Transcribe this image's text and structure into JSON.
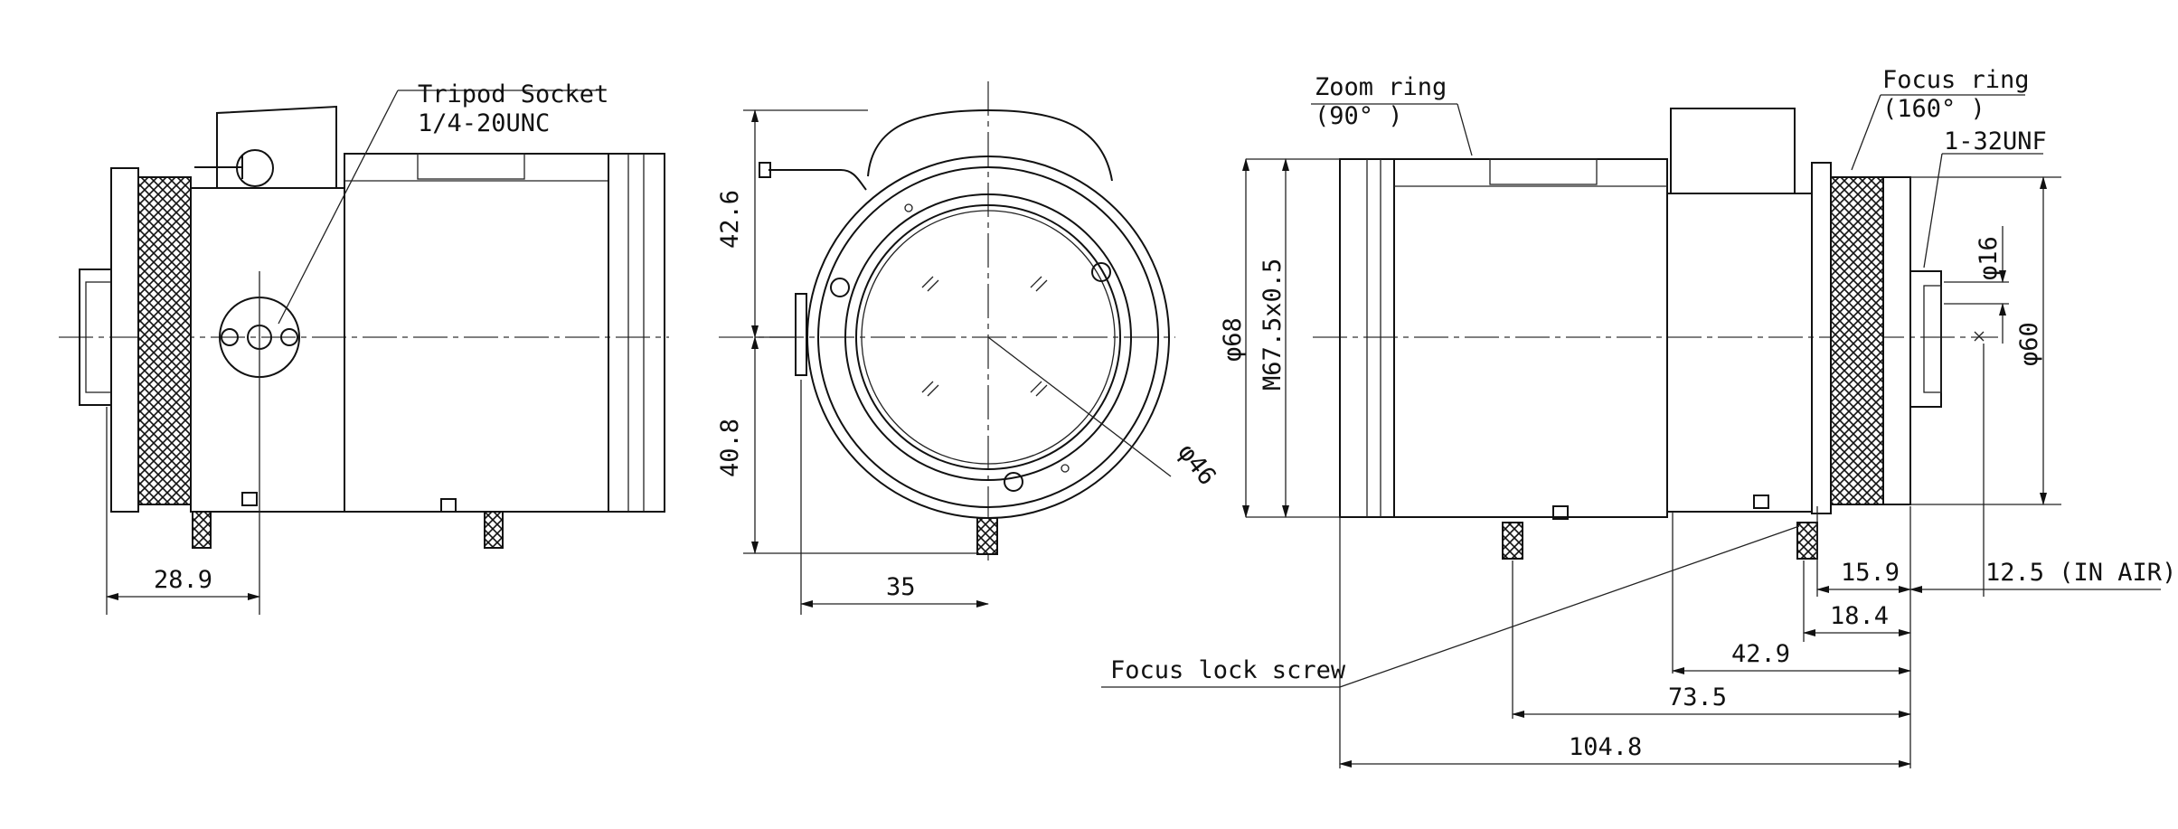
{
  "labels": {
    "tripod_socket": "Tripod Socket",
    "tripod_thread": "1/4-20UNC",
    "zoom_ring": "Zoom ring",
    "zoom_angle": "(90° )",
    "focus_ring": "Focus ring",
    "focus_angle": "(160° )",
    "mount_thread": "1-32UNF",
    "focus_lock_screw": "Focus lock screw"
  },
  "dimensions": {
    "side_width": "28.9",
    "front_upper": "42.6",
    "front_lower": "40.8",
    "front_offset": "35",
    "front_diameter": "φ46",
    "filter_diameter": "φ68",
    "filter_thread": "M67.5x0.5",
    "mount_diameter": "φ16",
    "rear_diameter": "φ60",
    "flange_back": "15.9",
    "back_focus": "12.5 (IN AIR)",
    "focus_ring_pos": "18.4",
    "zoom_section": "42.9",
    "lock_screw_pos": "73.5",
    "overall_length": "104.8"
  }
}
